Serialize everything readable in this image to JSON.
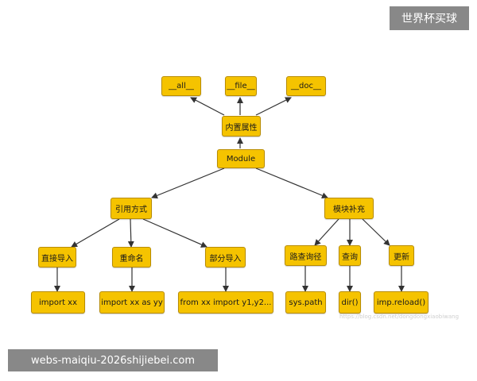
{
  "diagram": {
    "nodes": {
      "module": "Module",
      "builtin_attrs": "内置属性",
      "all": "__all__",
      "file": "__file__",
      "doc": "__doc__",
      "import_ways": "引用方式",
      "module_supplement": "模块补充",
      "direct_import": "直接导入",
      "rename": "重命名",
      "partial_import": "部分导入",
      "path_lookup": "路查询径",
      "lookup": "查询",
      "update": "更新",
      "import_xx": "import xx",
      "import_as": "import xx as yy",
      "from_import": "from xx import y1,y2...",
      "sys_path": "sys.path",
      "dir": "dir()",
      "imp_reload": "imp.reload()"
    },
    "node_color": "#f5c300",
    "edge_color": "#333333"
  },
  "watermarks": {
    "top_right": "世界杯买球",
    "bottom_left": "webs-maiqiu-2026shijiebei.com",
    "blog": "https://blog.csdn.net/dongdongxiaobiwang"
  }
}
